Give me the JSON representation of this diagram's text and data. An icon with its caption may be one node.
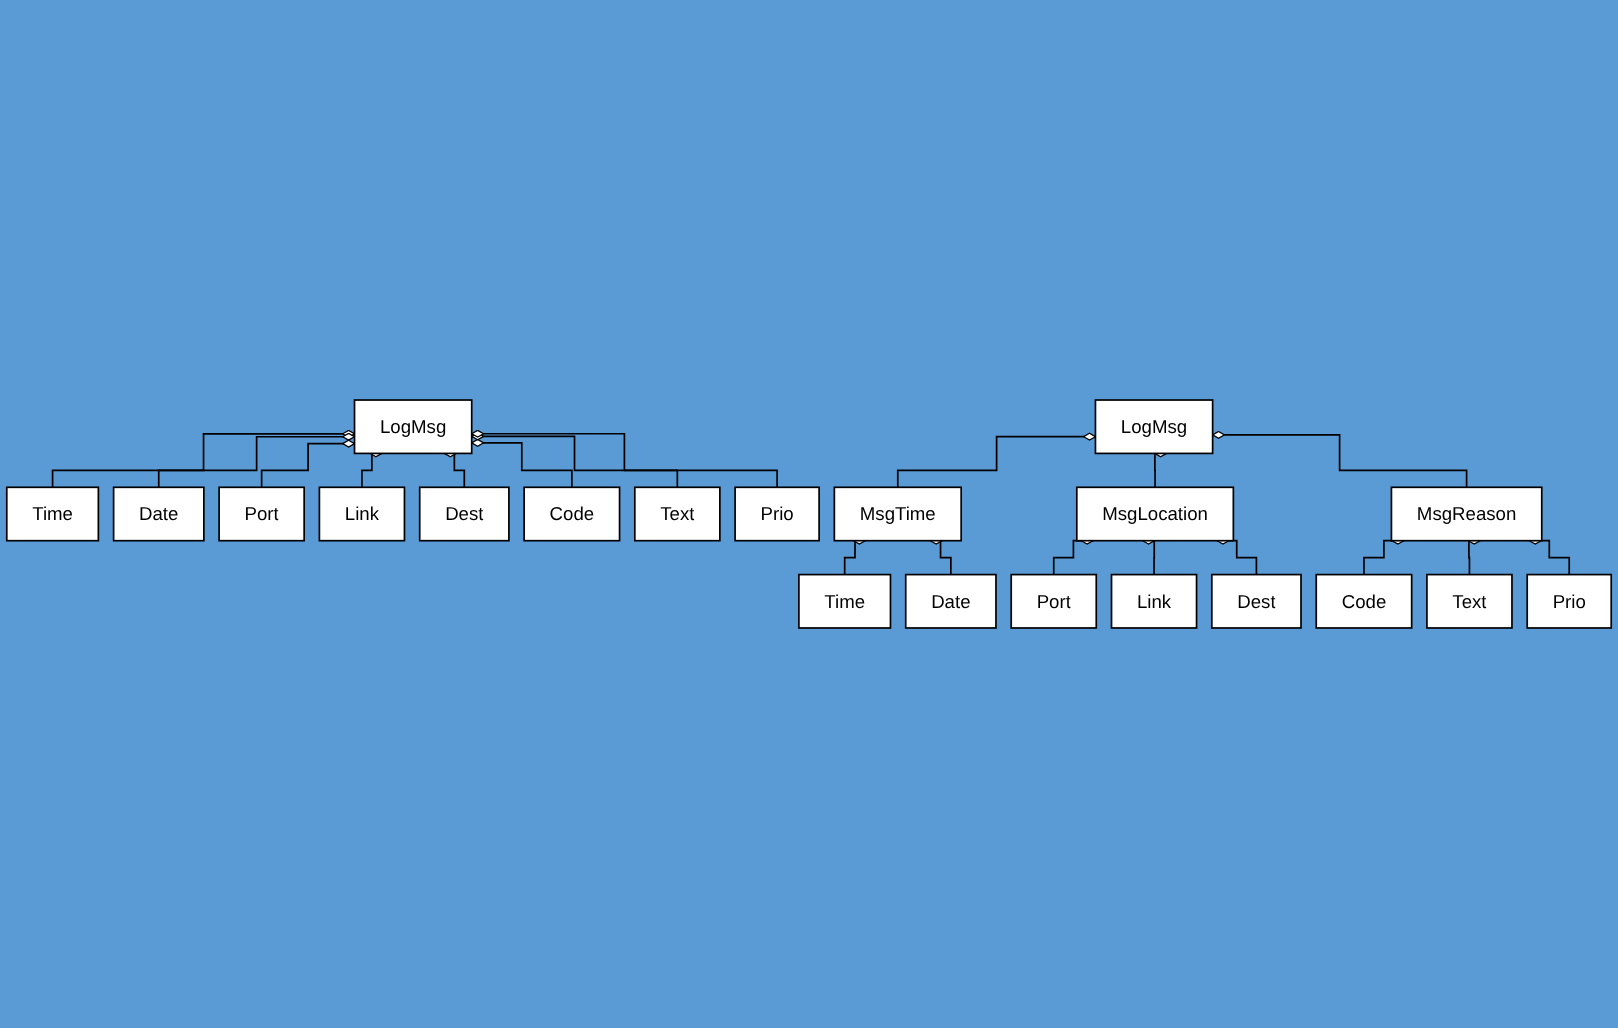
{
  "diagram": {
    "nodes": [
      {
        "text": [
          "LogMsg"
        ]
      },
      {
        "text": [
          "Time"
        ]
      },
      {
        "text": [
          "Date"
        ]
      },
      {
        "text": [
          "Port"
        ]
      },
      {
        "text": [
          "Link"
        ]
      },
      {
        "text": [
          "Dest"
        ]
      },
      {
        "text": [
          "Code"
        ]
      },
      {
        "text": [
          "Text"
        ]
      },
      {
        "text": [
          "Prio"
        ]
      },
      {
        "text": [
          "LogMsg"
        ]
      },
      {
        "text": [
          "MsgTime"
        ]
      },
      {
        "text": [
          "MsgLocation"
        ]
      },
      {
        "text": [
          "MsgReason"
        ]
      },
      {
        "text": [
          "Time"
        ]
      },
      {
        "text": [
          "Date"
        ]
      },
      {
        "text": [
          "Port"
        ]
      },
      {
        "text": [
          "Link"
        ]
      },
      {
        "text": [
          "Dest"
        ]
      },
      {
        "text": [
          "Code"
        ]
      },
      {
        "text": [
          "Text"
        ]
      },
      {
        "text": [
          "Prio"
        ]
      }
    ],
    "edges": [
      {
        "from": 0,
        "to": 1,
        "arrow": "other"
      },
      {
        "from": 0,
        "to": 2,
        "arrow": "other"
      },
      {
        "from": 0,
        "to": 3,
        "arrow": "other"
      },
      {
        "from": 0,
        "to": 4,
        "arrow": "other"
      },
      {
        "from": 0,
        "to": 5,
        "arrow": "other"
      },
      {
        "from": 0,
        "to": 6,
        "arrow": "other"
      },
      {
        "from": 0,
        "to": 7,
        "arrow": "other"
      },
      {
        "from": 0,
        "to": 8,
        "arrow": "other"
      },
      {
        "from": 9,
        "to": 10,
        "arrow": "other"
      },
      {
        "from": 9,
        "to": 11,
        "arrow": "other"
      },
      {
        "from": 9,
        "to": 12,
        "arrow": "other"
      },
      {
        "from": 10,
        "to": 13,
        "arrow": "other"
      },
      {
        "from": 10,
        "to": 14,
        "arrow": "other"
      },
      {
        "from": 11,
        "to": 15,
        "arrow": "other"
      },
      {
        "from": 11,
        "to": 16,
        "arrow": "other"
      },
      {
        "from": 11,
        "to": 17,
        "arrow": "other"
      },
      {
        "from": 12,
        "to": 18,
        "arrow": "other"
      },
      {
        "from": 12,
        "to": 19,
        "arrow": "other"
      },
      {
        "from": 12,
        "to": 20,
        "arrow": "other"
      }
    ]
  }
}
